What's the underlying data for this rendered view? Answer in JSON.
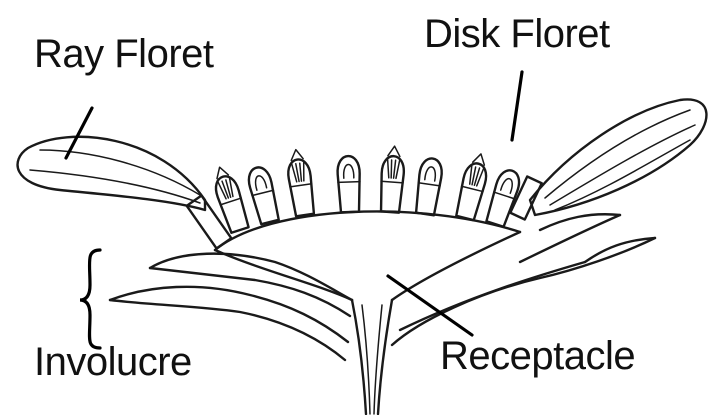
{
  "labels": {
    "ray_floret": "Ray Floret",
    "disk_floret": "Disk Floret",
    "involucre": "Involucre",
    "receptacle": "Receptacle"
  },
  "colors": {
    "ink": "#1a1a1a",
    "background": "#ffffff"
  }
}
